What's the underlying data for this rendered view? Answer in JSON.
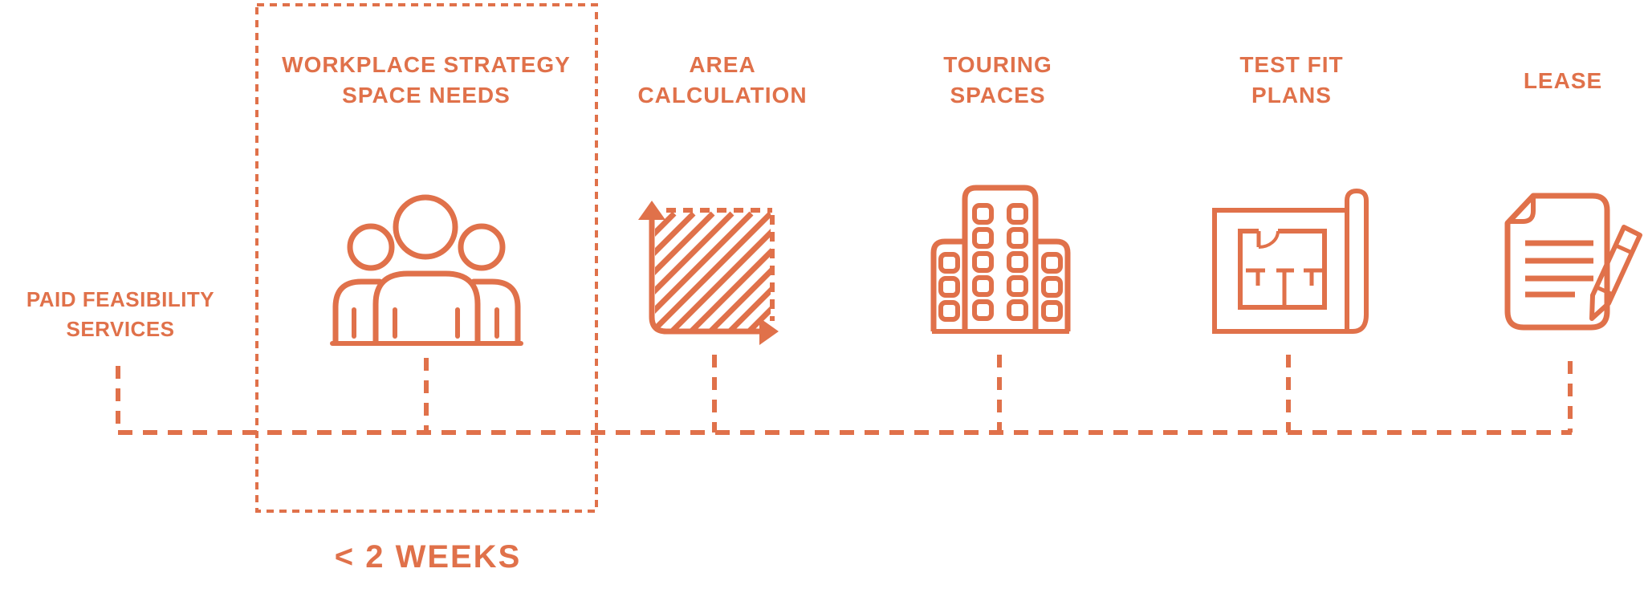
{
  "colors": {
    "accent": "#E0714A",
    "background": "#FFFFFF"
  },
  "sidebar_label": {
    "line1": "PAID FEASIBILITY",
    "line2": "SERVICES"
  },
  "stages": [
    {
      "title_line1": "WORKPLACE STRATEGY",
      "title_line2": "SPACE NEEDS",
      "icon": "people-group-icon",
      "highlighted": true
    },
    {
      "title_line1": "AREA",
      "title_line2": "CALCULATION",
      "icon": "area-measure-icon",
      "highlighted": false
    },
    {
      "title_line1": "TOURING",
      "title_line2": "SPACES",
      "icon": "building-icon",
      "highlighted": false
    },
    {
      "title_line1": "TEST FIT",
      "title_line2": "PLANS",
      "icon": "blueprint-icon",
      "highlighted": false
    },
    {
      "title_line1": "LEASE",
      "title_line2": "",
      "icon": "document-pencil-icon",
      "highlighted": false
    }
  ],
  "highlight_box": {
    "duration_label": "< 2 WEEKS"
  }
}
